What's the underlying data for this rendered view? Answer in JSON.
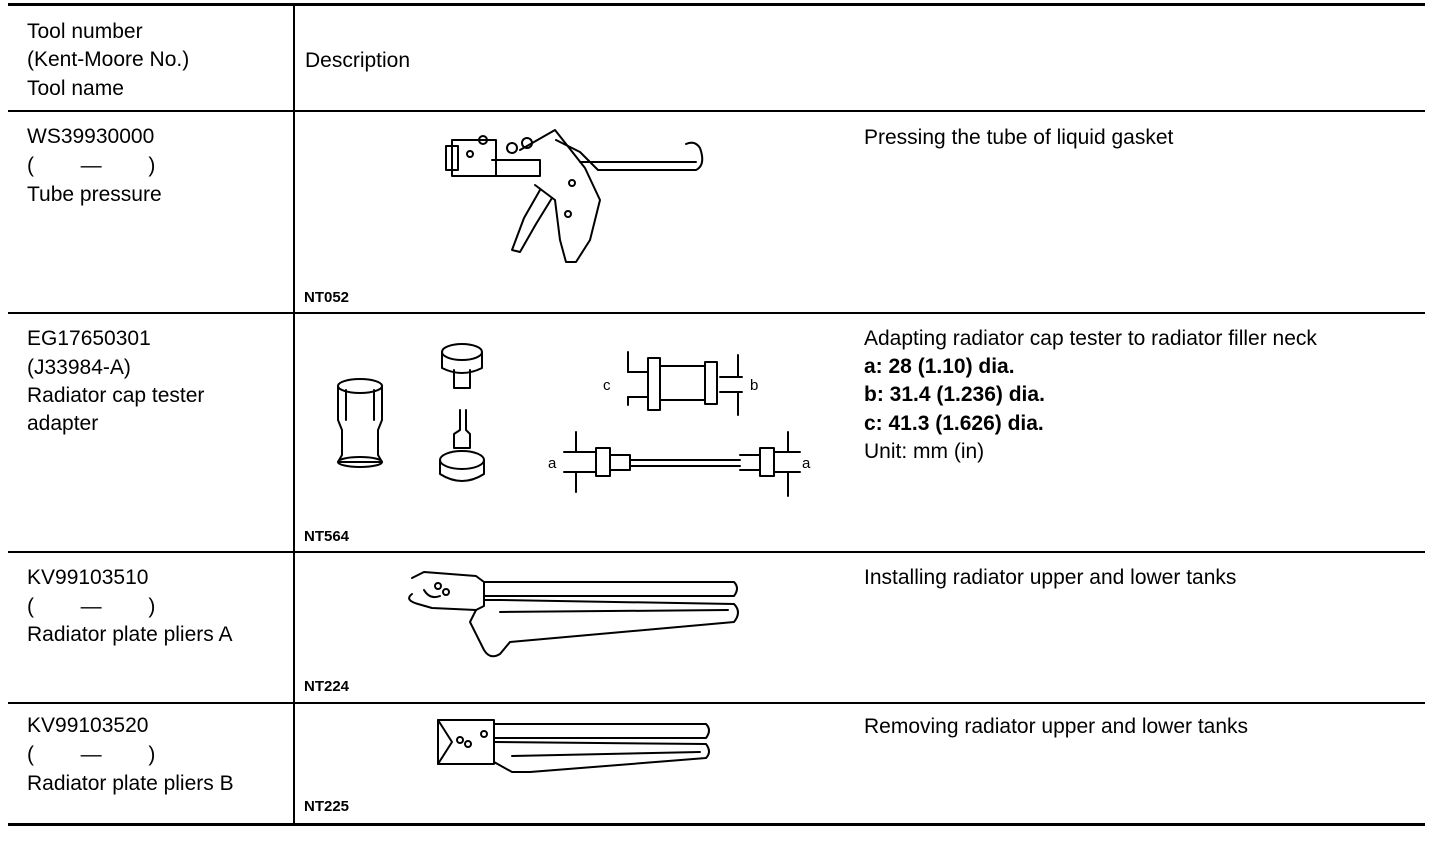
{
  "header": {
    "col1_line1": "Tool number",
    "col1_line2": "(Kent-Moore No.)",
    "col1_line3": "Tool name",
    "col2": "Description"
  },
  "rows": [
    {
      "number": "WS39930000",
      "kent_moore": "(        —        )",
      "name": "Tube pressure",
      "name2": "",
      "illustration": "tube-pressure-gun",
      "code": "NT052",
      "description": "Pressing the tube of liquid gasket",
      "spec_a": "",
      "spec_b": "",
      "spec_c": "",
      "unit": ""
    },
    {
      "number": "EG17650301",
      "kent_moore": "(J33984-A)",
      "name": "Radiator cap tester",
      "name2": "adapter",
      "illustration": "radiator-cap-adapter",
      "code": "NT564",
      "description": "Adapting radiator cap tester to radiator filler neck",
      "spec_a": "a: 28 (1.10) dia.",
      "spec_b": "b: 31.4 (1.236) dia.",
      "spec_c": "c: 41.3 (1.626) dia.",
      "unit": "Unit: mm (in)",
      "dim_labels": {
        "a": "a",
        "b": "b",
        "c": "c"
      }
    },
    {
      "number": "KV99103510",
      "kent_moore": "(        —        )",
      "name": "Radiator plate pliers A",
      "name2": "",
      "illustration": "radiator-plate-pliers",
      "code": "NT224",
      "description": "Installing radiator upper and lower tanks",
      "spec_a": "",
      "spec_b": "",
      "spec_c": "",
      "unit": ""
    },
    {
      "number": "KV99103520",
      "kent_moore": "(        —        )",
      "name": "Radiator plate pliers B",
      "name2": "",
      "illustration": "radiator-plate-pliers",
      "code": "NT225",
      "description": "Removing radiator upper and lower tanks",
      "spec_a": "",
      "spec_b": "",
      "spec_c": "",
      "unit": ""
    }
  ]
}
